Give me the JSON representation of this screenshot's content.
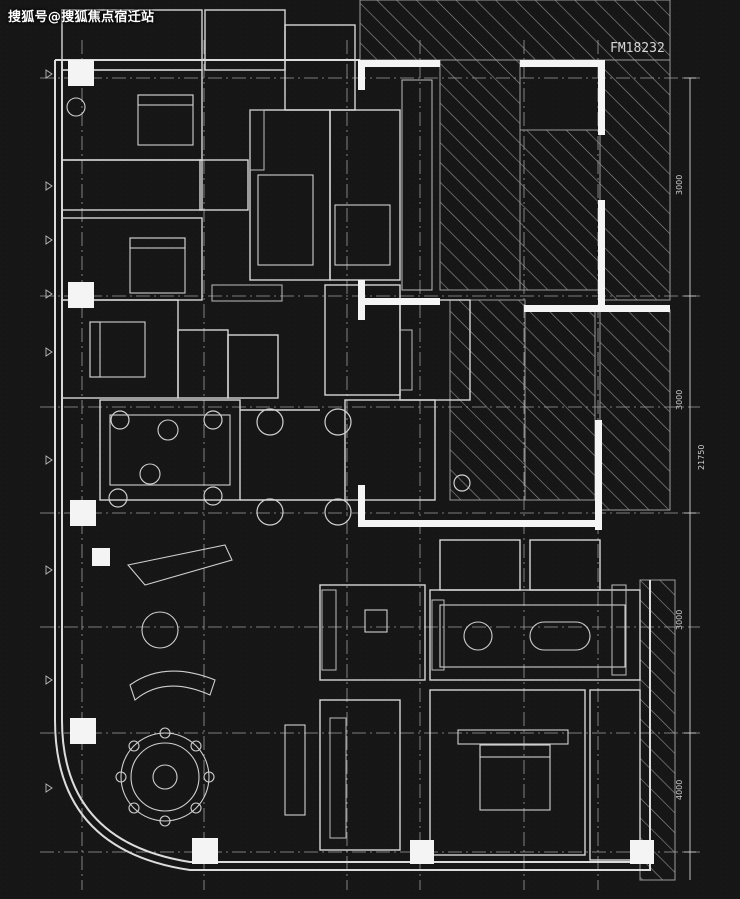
{
  "watermark": "搜狐号@搜狐焦点宿迁站",
  "drawing_code": "FM18232",
  "dimensions": {
    "right_upper_1": "3000",
    "right_upper_2": "3000",
    "right_total": "21750",
    "right_lower_1": "3000",
    "right_lower_2": "4000"
  },
  "colors": {
    "background": "#161616",
    "line": "#d8d8d8",
    "hatch": "#8a8a8a",
    "wall": "#f4f4f4"
  }
}
